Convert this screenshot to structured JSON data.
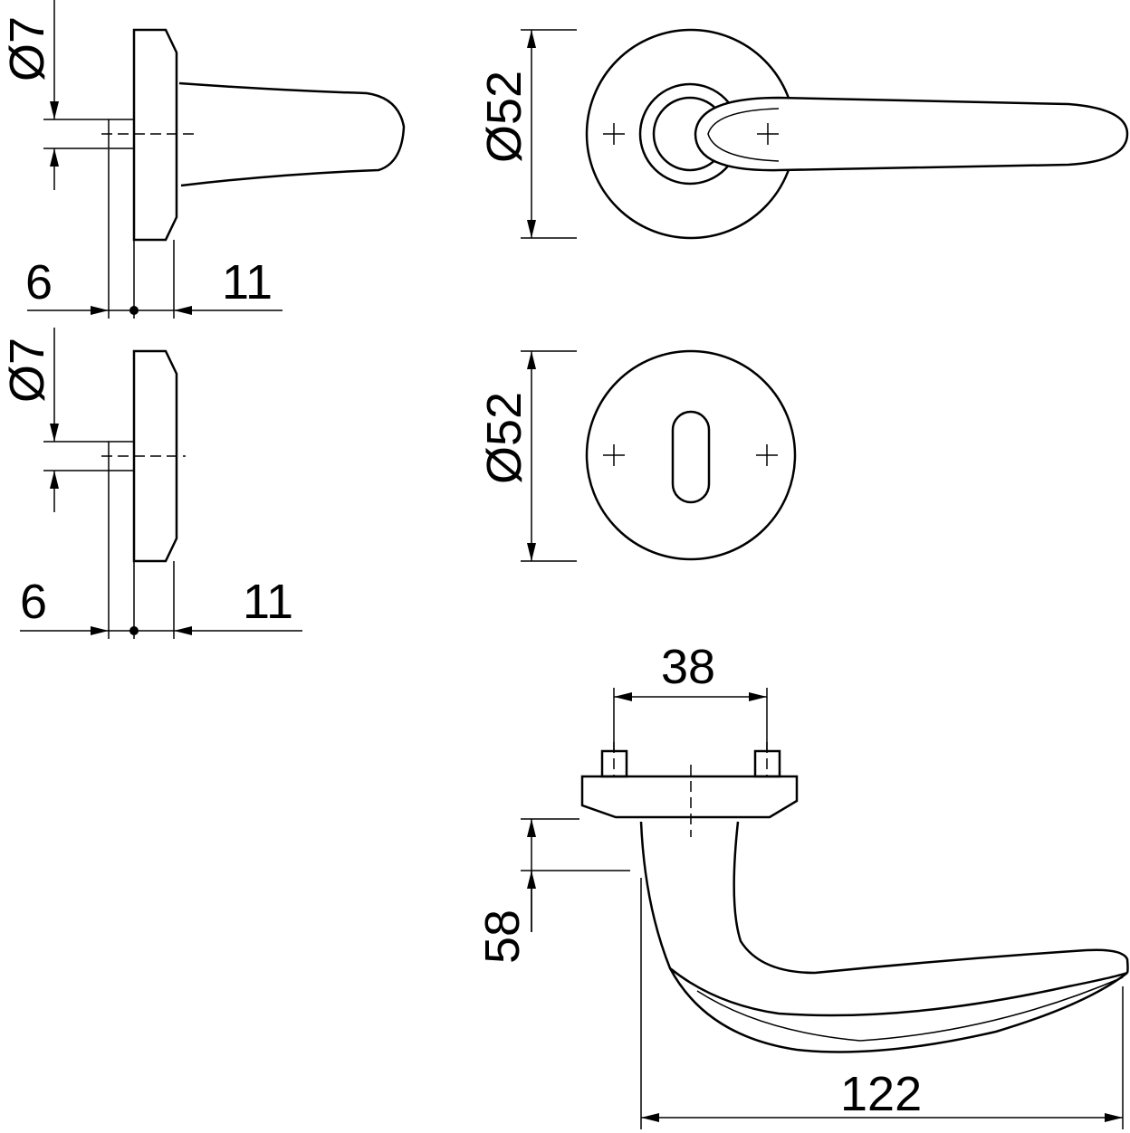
{
  "drawing": {
    "handle_side": {
      "spindle_diameter": "Ø7",
      "offset_left": "6",
      "offset_right": "11"
    },
    "escutcheon_side": {
      "spindle_diameter": "Ø7",
      "offset_left": "6",
      "offset_right": "11"
    },
    "handle_front": {
      "rose_diameter": "Ø52"
    },
    "escutcheon_front": {
      "rose_diameter": "Ø52"
    },
    "handle_top": {
      "screw_spacing": "38",
      "projection": "58",
      "length": "122"
    }
  }
}
